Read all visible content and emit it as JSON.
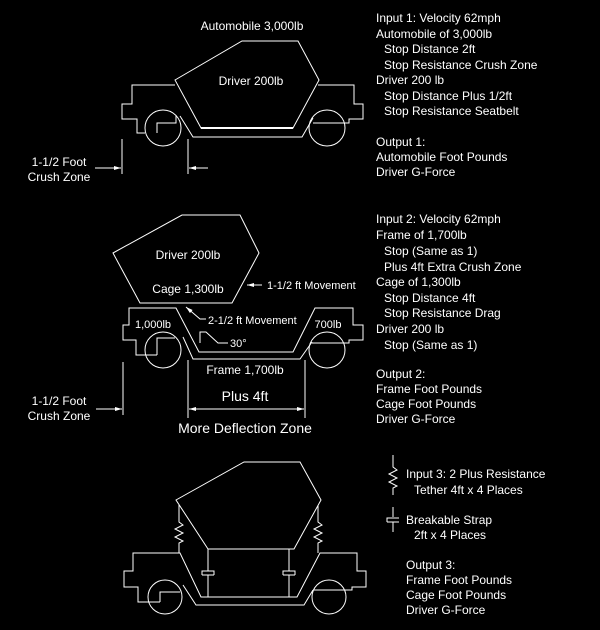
{
  "colors": {
    "background": "#000000",
    "lines": "#ffffff"
  },
  "diagram1": {
    "automobile": "Automobile 3,000lb",
    "driver": "Driver 200lb",
    "crush_zone": [
      "1-1/2 Foot",
      "Crush Zone"
    ]
  },
  "diagram2": {
    "driver": "Driver 200lb",
    "cage": "Cage 1,300lb",
    "cage_movement": "1-1/2 ft Movement",
    "driver_movement": "2-1/2 ft Movement",
    "angle": "30°",
    "front_weight": "1,000lb",
    "rear_weight": "700lb",
    "frame": "Frame 1,700lb",
    "plus": "Plus 4ft",
    "deflection": "More Deflection Zone",
    "crush_zone": [
      "1-1/2 Foot",
      "Crush Zone"
    ]
  },
  "notes1": {
    "input": [
      "Input 1: Velocity 62mph",
      "Automobile of 3,000lb",
      "Stop Distance 2ft",
      "Stop Resistance Crush Zone",
      "Driver 200 lb",
      "Stop Distance Plus 1/2ft",
      "Stop Resistance Seatbelt"
    ],
    "output": [
      "Output 1:",
      "Automobile Foot Pounds",
      "Driver G-Force"
    ]
  },
  "notes2": {
    "input": [
      "Input 2: Velocity 62mph",
      "Frame of 1,700lb",
      "Stop (Same as 1)",
      "Plus 4ft Extra Crush Zone",
      "Cage of 1,300lb",
      "Stop Distance 4ft",
      "Stop Resistance Drag",
      "Driver 200 lb",
      "Stop (Same as 1)"
    ],
    "output": [
      "Output 2:",
      "Frame Foot Pounds",
      "Cage Foot Pounds",
      "Driver G-Force"
    ]
  },
  "notes3": {
    "input": [
      "Input 3: 2 Plus Resistance",
      "Tether 4ft x 4 Places"
    ],
    "strap": [
      "Breakable Strap",
      "2ft x 4 Places"
    ],
    "output": [
      "Output 3:",
      "Frame Foot Pounds",
      "Cage Foot Pounds",
      "Driver G-Force"
    ]
  },
  "icons": [
    "spring-icon",
    "breakable-strap-icon"
  ]
}
